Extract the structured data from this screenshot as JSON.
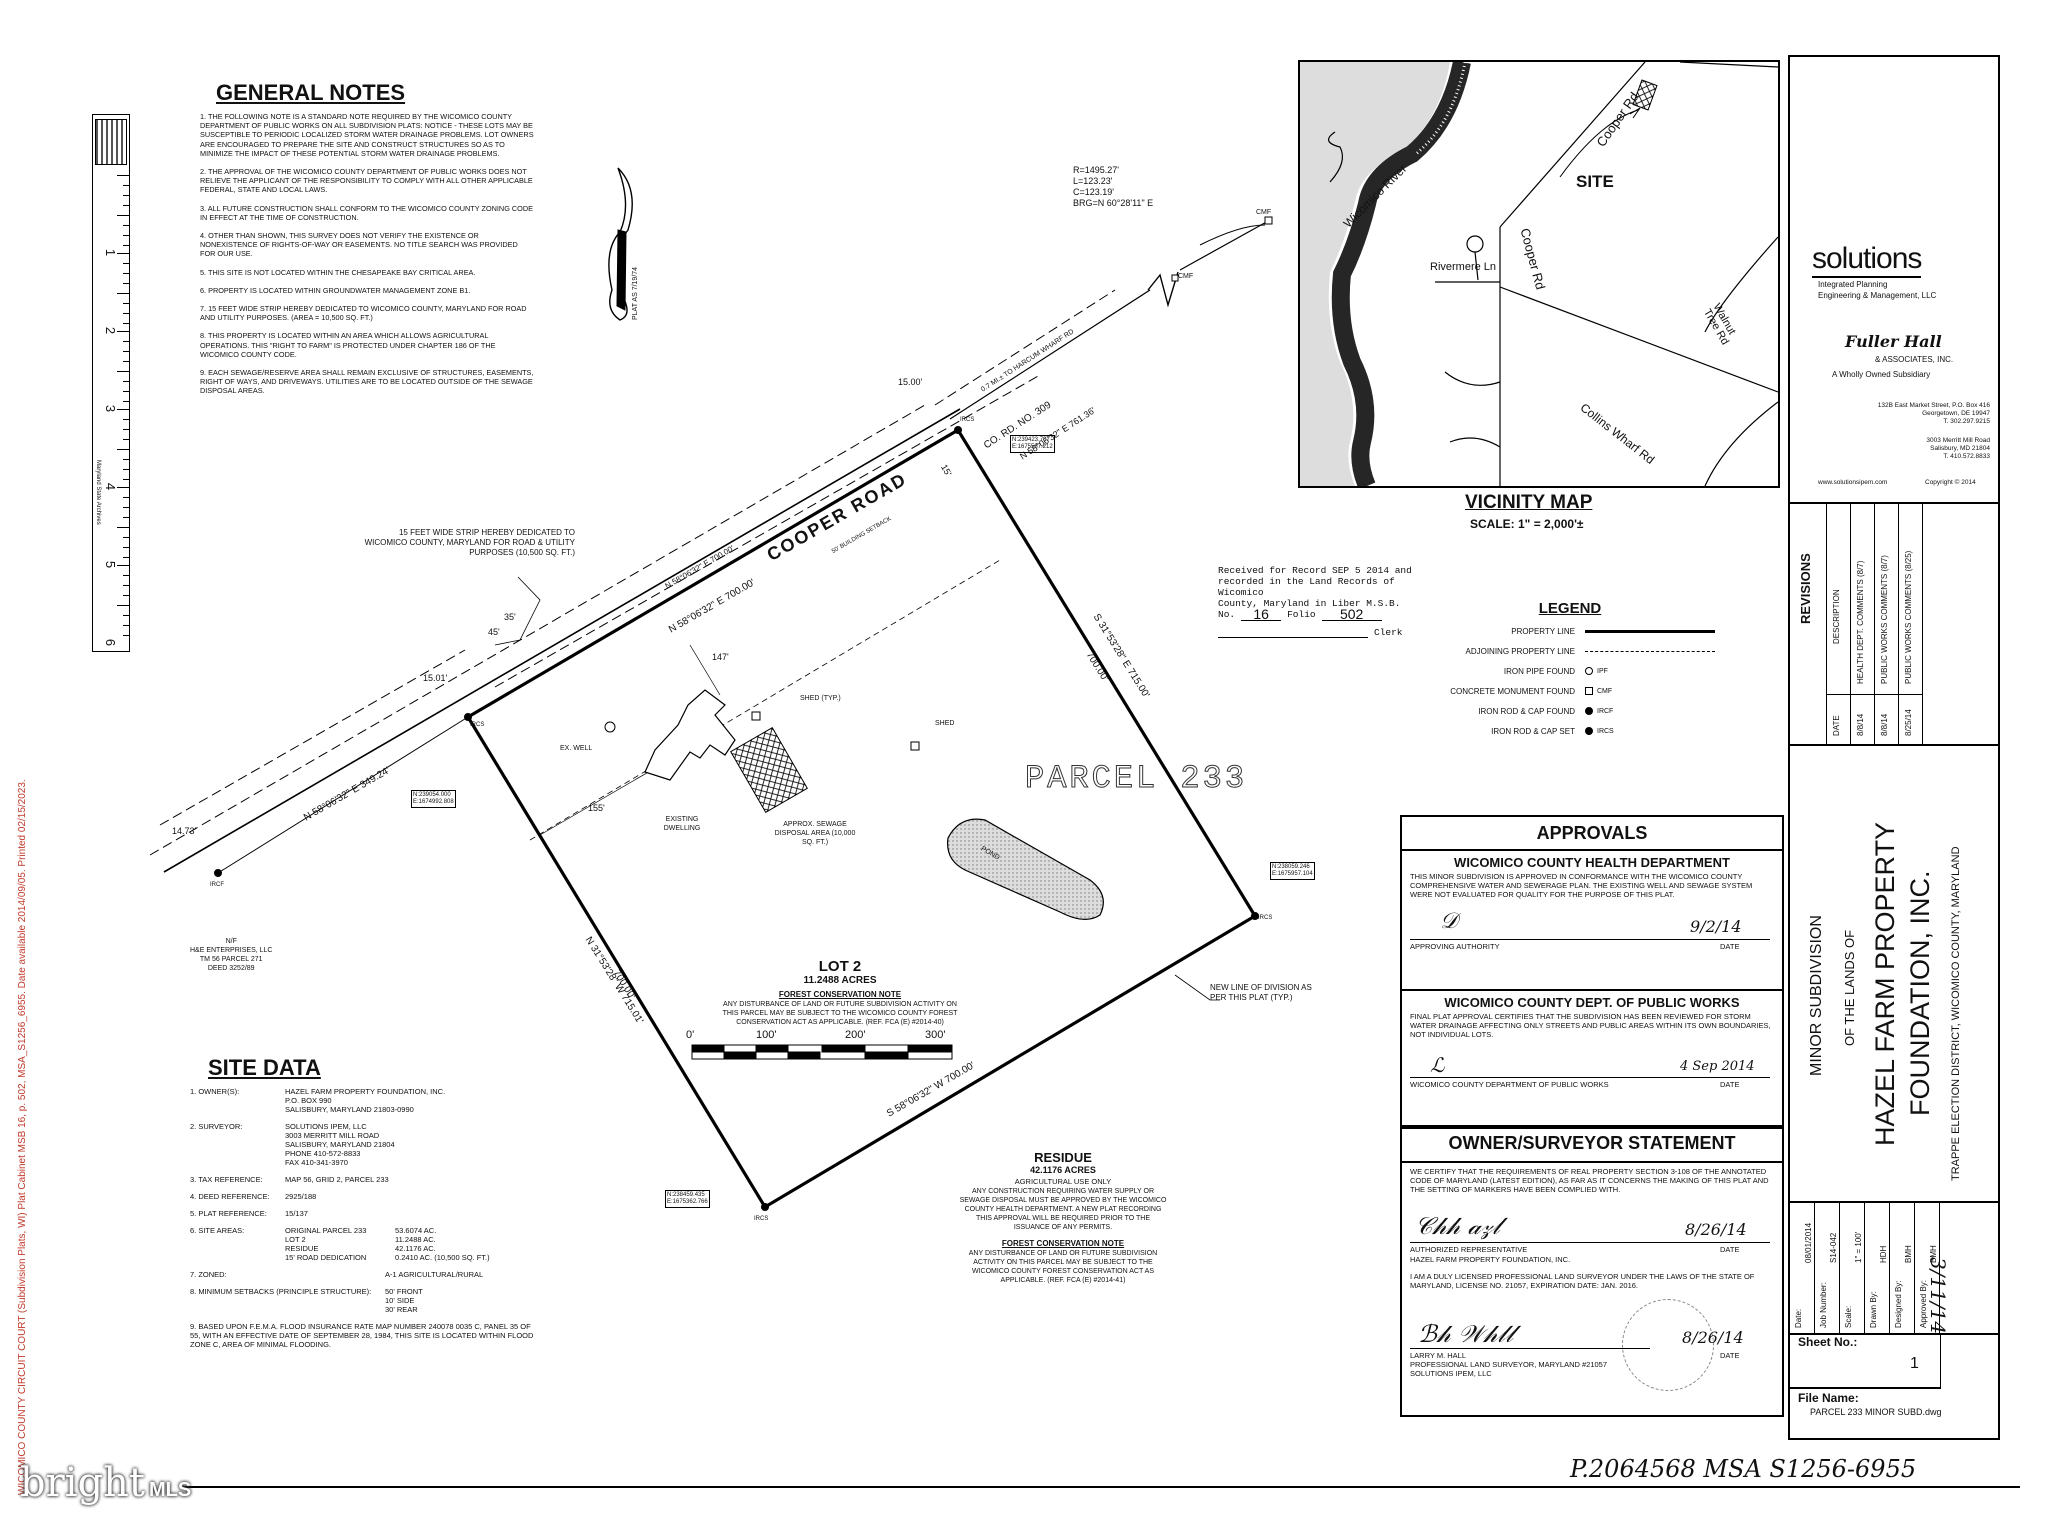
{
  "general_notes": {
    "title": "GENERAL NOTES",
    "items": [
      "1. THE FOLLOWING NOTE IS A STANDARD NOTE REQUIRED BY THE WICOMICO COUNTY DEPARTMENT OF PUBLIC WORKS ON ALL SUBDIVISION PLATS: NOTICE - THESE LOTS MAY BE SUSCEPTIBLE TO PERIODIC LOCALIZED STORM WATER DRAINAGE PROBLEMS. LOT OWNERS ARE ENCOURAGED TO PREPARE THE SITE AND CONSTRUCT STRUCTURES SO AS TO MINIMIZE THE IMPACT OF THESE POTENTIAL STORM WATER DRAINAGE PROBLEMS.",
      "2. THE APPROVAL OF THE WICOMICO COUNTY DEPARTMENT OF PUBLIC WORKS DOES NOT RELIEVE THE APPLICANT OF THE RESPONSIBILITY TO COMPLY WITH ALL OTHER APPLICABLE FEDERAL, STATE AND LOCAL LAWS.",
      "3. ALL FUTURE CONSTRUCTION SHALL CONFORM TO THE WICOMICO COUNTY ZONING CODE IN EFFECT AT THE TIME OF CONSTRUCTION.",
      "4. OTHER THAN SHOWN, THIS SURVEY DOES NOT VERIFY THE EXISTENCE OR NONEXISTENCE OF RIGHTS-OF-WAY OR EASEMENTS. NO TITLE SEARCH WAS PROVIDED FOR OUR USE.",
      "5. THIS SITE IS NOT LOCATED WITHIN THE CHESAPEAKE BAY CRITICAL AREA.",
      "6. PROPERTY IS LOCATED WITHIN GROUNDWATER MANAGEMENT ZONE B1.",
      "7. 15 FEET WIDE STRIP HEREBY DEDICATED TO WICOMICO COUNTY, MARYLAND FOR ROAD AND UTILITY PURPOSES. (AREA = 10,500 SQ. FT.)",
      "8. THIS PROPERTY IS LOCATED WITHIN AN AREA WHICH ALLOWS AGRICULTURAL OPERATIONS. THIS \"RIGHT TO FARM\" IS PROTECTED UNDER CHAPTER 186 OF THE WICOMICO COUNTY CODE.",
      "9. EACH SEWAGE/RESERVE AREA SHALL REMAIN EXCLUSIVE OF STRUCTURES, EASEMENTS, RIGHT OF WAYS, AND DRIVEWAYS. UTILITIES ARE TO BE LOCATED OUTSIDE OF THE SEWAGE DISPOSAL AREAS."
    ]
  },
  "side_stamp": "WICOMICO COUNTY CIRCUIT COURT (Subdivision Plats, WI) Plat Cabinet MSB 16, p. 502, MSA_S1256_6955. Date available 2014/09/05. Printed 02/15/2023.",
  "ruler": {
    "label": "Maryland State Archives",
    "ticks": [
      "1",
      "2",
      "3",
      "4",
      "5",
      "6"
    ]
  },
  "north_arrow": {
    "label": "PLAT AS 7/19/74"
  },
  "curve_data": [
    "R=1495.27'",
    "L=123.23'",
    "C=123.19'",
    "BRG=N 60°28'11\" E"
  ],
  "plat_labels": {
    "cooper_road": "COOPER ROAD",
    "co_rd": "CO. RD. NO. 309",
    "bearing_761": "N 58°06'32\" E  761.36'",
    "harcum": "0.7 MI.± TO HARCUM WHARF RD",
    "bearing_top1": "N 58°06'32\" E  700.00'",
    "bearing_top2": "N 58°06'32\" E  700.00'",
    "bearing_left": "N 58°06'32\" E  349.24'",
    "bearing_right": "S 31°53'28\" E  715.00'",
    "right_700": "700.00'",
    "bearing_bottom": "S 58°06'32\" W  700.00'",
    "bearing_lower_left": "N 31°53'28\" W  715.01'",
    "lower_left_700": "700.00'",
    "setback_50": "50' BUILDING SETBACK",
    "dim_15_00": "15.00'",
    "dim_15_01": "15.01'",
    "dim_14_73": "14.73'",
    "dim_15": "15'",
    "dim_155": "155'",
    "dim_147": "147'",
    "dim_35": "35'",
    "dim_45": "45'",
    "cmf": "CMF",
    "ircs": "IRCS",
    "ircf": "IRCF",
    "coord1": "N:239423.707\nE:1675587.212",
    "coord2": "N:239054.000\nE:1674992.808",
    "coord3": "N:238059.246\nE:1675957.104",
    "coord4": "N:238459.435\nE:1675362.766",
    "strip_note": "15 FEET WIDE STRIP HEREBY DEDICATED TO WICOMICO COUNTY, MARYLAND FOR ROAD & UTILITY PURPOSES (10,500 SQ. FT.)",
    "ex_well": "EX. WELL",
    "shed_typ": "SHED (TYP.)",
    "shed": "SHED",
    "existing_dwelling": "EXISTING DWELLING",
    "sewage_area": "APPROX. SEWAGE DISPOSAL AREA (10,000 SQ. FT.)",
    "pond": "POND",
    "parcel": "PARCEL 233",
    "new_line": "NEW LINE OF DIVISION AS PER THIS PLAT (TYP.)",
    "nf": "N/F\nH&E ENTERPRISES, LLC\nTM 56 PARCEL 271\nDEED 3252/89"
  },
  "lot2": {
    "title": "LOT 2",
    "acres": "11.2488 ACRES",
    "fc_title": "FOREST CONSERVATION NOTE",
    "fc_text": "ANY DISTURBANCE OF LAND OR FUTURE SUBDIVISION ACTIVITY ON THIS PARCEL MAY BE SUBJECT TO THE WICOMICO COUNTY FOREST CONSERVATION ACT AS APPLICABLE. (REF. FCA (E) #2014-40)"
  },
  "residue": {
    "title": "RESIDUE",
    "acres": "42.1176 ACRES",
    "use": "AGRICULTURAL USE ONLY",
    "text": "ANY CONSTRUCTION REQUIRING WATER SUPPLY OR SEWAGE DISPOSAL MUST BE APPROVED BY THE WICOMICO COUNTY HEALTH DEPARTMENT. A NEW PLAT RECORDING THIS APPROVAL WILL BE REQUIRED PRIOR TO THE ISSUANCE OF ANY PERMITS.",
    "fc_title": "FOREST CONSERVATION NOTE",
    "fc_text": "ANY DISTURBANCE OF LAND OR FUTURE SUBDIVISION ACTIVITY ON THIS PARCEL MAY BE SUBJECT TO THE WICOMICO COUNTY FOREST CONSERVATION ACT AS APPLICABLE. (REF. FCA (E) #2014-41)"
  },
  "site_data": {
    "title": "SITE DATA",
    "rows": [
      {
        "k": "1. OWNER(S):",
        "v": "HAZEL FARM PROPERTY FOUNDATION, INC.\nP.O. BOX 990\nSALISBURY, MARYLAND 21803-0990"
      },
      {
        "k": "2. SURVEYOR:",
        "v": "SOLUTIONS IPEM, LLC\n3003 MERRITT MILL ROAD\nSALISBURY, MARYLAND 21804\nPHONE 410-572-8833\nFAX 410-341-3970"
      },
      {
        "k": "3. TAX REFERENCE:",
        "v": "MAP 56, GRID 2, PARCEL 233"
      },
      {
        "k": "4. DEED REFERENCE:",
        "v": "2925/188"
      },
      {
        "k": "5. PLAT REFERENCE:",
        "v": "15/137"
      }
    ],
    "areas_label": "6. SITE AREAS:",
    "areas": [
      {
        "k": "ORIGINAL PARCEL 233",
        "v": "53.6074 AC."
      },
      {
        "k": "LOT 2",
        "v": "11.2488 AC."
      },
      {
        "k": "RESIDUE",
        "v": "42.1176 AC."
      },
      {
        "k": "15' ROAD DEDICATION",
        "v": "0.2410 AC. (10,500 SQ. FT.)"
      }
    ],
    "zoned_label": "7. ZONED:",
    "zoned": "A-1 AGRICULTURAL/RURAL",
    "setbacks_label": "8. MINIMUM SETBACKS (PRINCIPLE STRUCTURE):",
    "setbacks": "50' FRONT\n10' SIDE\n30' REAR",
    "flood": "9. BASED UPON F.E.M.A. FLOOD INSURANCE RATE MAP NUMBER 240078 0035 C, PANEL 35 OF 55, WITH AN EFFECTIVE DATE OF SEPTEMBER 28, 1984, THIS SITE IS LOCATED WITHIN FLOOD ZONE C, AREA OF MINIMAL FLOODING."
  },
  "scale_bar": {
    "ticks": [
      "0'",
      "100'",
      "200'",
      "300'"
    ]
  },
  "vicinity": {
    "title": "VICINITY MAP",
    "scale": "SCALE: 1\" = 2,000'±",
    "labels": {
      "site": "SITE",
      "cooper_rd": "Cooper Rd",
      "cooper_rd2": "Cooper Rd",
      "rivermere": "Rivermere Ln",
      "river": "Wicomico River",
      "walnut": "Walnut Tree Rd",
      "collins": "Collins Wharf Rd"
    }
  },
  "record": {
    "line1": "Received for Record SEP 5 2014 and",
    "line2": "recorded in the Land Records of Wicomico",
    "line3": "County, Maryland in Liber M.S.B.",
    "no_label": "No.",
    "no": "16",
    "folio_label": "Folio",
    "folio": "502",
    "clerk": "Clerk"
  },
  "legend": {
    "title": "LEGEND",
    "items": [
      {
        "label": "PROPERTY LINE",
        "sym": ""
      },
      {
        "label": "ADJOINING PROPERTY LINE",
        "sym": ""
      },
      {
        "label": "IRON PIPE FOUND",
        "sym": "IPF"
      },
      {
        "label": "CONCRETE MONUMENT FOUND",
        "sym": "CMF"
      },
      {
        "label": "IRON ROD & CAP FOUND",
        "sym": "IRCF"
      },
      {
        "label": "IRON ROD & CAP SET",
        "sym": "IRCS"
      }
    ]
  },
  "approvals": {
    "title": "APPROVALS",
    "health_title": "WICOMICO COUNTY HEALTH DEPARTMENT",
    "health_text": "THIS MINOR SUBDIVISION IS APPROVED IN CONFORMANCE WITH THE WICOMICO COUNTY COMPREHENSIVE WATER AND SEWERAGE PLAN. THE EXISTING WELL AND SEWAGE SYSTEM WERE NOT EVALUATED FOR QUALITY FOR THE PURPOSE OF THIS PLAT.",
    "health_sig_label": "APPROVING AUTHORITY",
    "health_date": "9/2/14",
    "date_label": "DATE",
    "pw_title": "WICOMICO COUNTY DEPT. OF PUBLIC WORKS",
    "pw_text": "FINAL PLAT APPROVAL CERTIFIES THAT THE SUBDIVISION HAS BEEN REVIEWED FOR STORM WATER DRAINAGE AFFECTING ONLY STREETS AND PUBLIC AREAS WITHIN ITS OWN BOUNDARIES, NOT INDIVIDUAL LOTS.",
    "pw_sig_label": "WICOMICO COUNTY DEPARTMENT OF PUBLIC WORKS",
    "pw_date": "4 Sep 2014"
  },
  "owner_statement": {
    "title": "OWNER/SURVEYOR STATEMENT",
    "text": "WE CERTIFY THAT THE REQUIREMENTS OF REAL PROPERTY SECTION 3-108 OF THE ANNOTATED CODE OF MARYLAND (LATEST EDITION), AS FAR AS IT CONCERNS THE MAKING OF THIS PLAT AND THE SETTING OF MARKERS HAVE BEEN COMPLIED WITH.",
    "owner_sig_label": "AUTHORIZED REPRESENTATIVE",
    "owner_name": "HAZEL FARM PROPERTY FOUNDATION, INC.",
    "owner_date": "8/26/14",
    "surveyor_text": "I AM A DULY LICENSED PROFESSIONAL LAND SURVEYOR UNDER THE LAWS OF THE STATE OF MARYLAND, LICENSE NO. 21057, EXPIRATION DATE: JAN. 2016.",
    "surveyor_name": "LARRY M. HALL",
    "surveyor_title": "PROFESSIONAL LAND SURVEYOR, MARYLAND #21057",
    "surveyor_firm": "SOLUTIONS IPEM, LLC",
    "surveyor_date": "8/26/14",
    "date_label": "DATE"
  },
  "title_block": {
    "company": "solutions",
    "company_sub": "Integrated Planning\nEngineering & Management, LLC",
    "fuller": "Fuller Hall",
    "fuller_sub": "& ASSOCIATES, INC.",
    "subsidiary": "A Wholly Owned Subsidiary",
    "addr1": "132B East Market Street, P.O. Box 416\nGeorgetown, DE 19947\nT. 302.297.9215",
    "addr2": "3003 Merritt Mill Road\nSalisbury, MD 21804\nT. 410.572.8833",
    "web": "www.solutionsipem.com",
    "copyright": "Copyright © 2014",
    "revisions_title": "REVISIONS",
    "rev_date_h": "DATE",
    "rev_desc_h": "DESCRIPTION",
    "revisions": [
      {
        "date": "8/8/14",
        "desc": "HEALTH DEPT. COMMENTS (8/7)"
      },
      {
        "date": "8/8/14",
        "desc": "PUBLIC WORKS COMMENTS (8/7)"
      },
      {
        "date": "8/25/14",
        "desc": "PUBLIC WORKS COMMENTS (8/25)"
      }
    ],
    "minor": "MINOR SUBDIVISION",
    "of_lands": "OF THE LANDS OF",
    "owner1": "HAZEL FARM PROPERTY",
    "owner2": "FOUNDATION, INC.",
    "district": "TRAPPE ELECTION DISTRICT, WICOMICO COUNTY, MARYLAND",
    "info": [
      {
        "k": "Date:",
        "v": "08/01/2014"
      },
      {
        "k": "Job Number:",
        "v": "S14-042"
      },
      {
        "k": "Scale:",
        "v": "1\" = 100'"
      },
      {
        "k": "Drawn By:",
        "v": "HDH"
      },
      {
        "k": "Designed By:",
        "v": "BMH"
      },
      {
        "k": "Approved By:",
        "v": "BMH"
      }
    ],
    "sheet_label": "Sheet No.:",
    "sheet": "1",
    "file_label": "File Name:",
    "file": "PARCEL 233 MINOR SUBD.dwg"
  },
  "handwritten_bottom": "P.2064568 MSA S1256-6955",
  "handwritten_side": "3/11/14",
  "watermark": "bright MLS"
}
